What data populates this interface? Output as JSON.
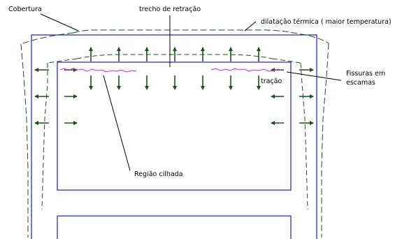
{
  "labels": {
    "cobertura": "Cobertura",
    "trecho_retracao": "trecho de retração",
    "dilatacao": "dilatação térmica ( maior temperatura)",
    "fissuras_line1": "Fissuras em",
    "fissuras_line2": "escamas",
    "tracao": "tração",
    "regiao_cilhada": "Região cilhada"
  },
  "colors": {
    "structure": "#1a1acc",
    "deformed": "#1f4d1f",
    "arrows": "#1f4d1f",
    "cracks": "#e01ad0",
    "leader": "#000000",
    "text": "#000000"
  }
}
